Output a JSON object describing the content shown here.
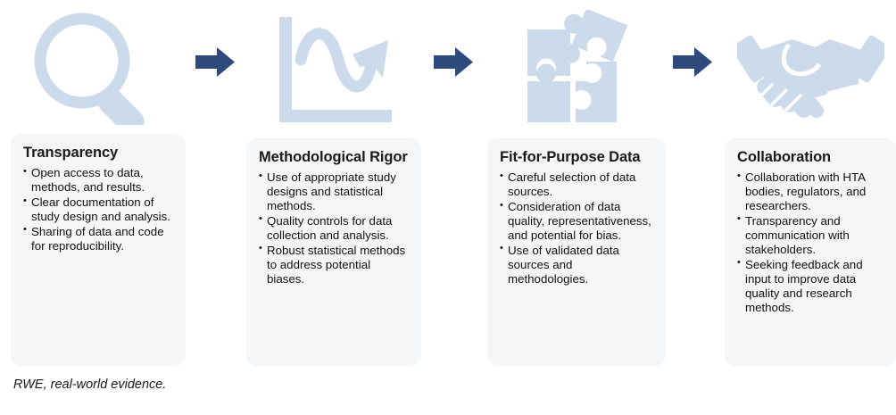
{
  "colors": {
    "icon_fill": "#cbdbec",
    "arrow_fill": "#2e4a7d",
    "card_background": "#f5f6f7",
    "text": "#111111",
    "page_background": "#ffffff"
  },
  "icons": [
    {
      "name": "magnifier-icon",
      "label": "magnifying glass"
    },
    {
      "name": "line-chart-icon",
      "label": "line chart with upward arrow"
    },
    {
      "name": "puzzle-pieces-icon",
      "label": "four puzzle pieces"
    },
    {
      "name": "handshake-icon",
      "label": "handshake"
    }
  ],
  "arrows": [
    {
      "name": "arrow-right-1",
      "label": "right arrow"
    },
    {
      "name": "arrow-right-2",
      "label": "right arrow"
    },
    {
      "name": "arrow-right-3",
      "label": "right arrow"
    }
  ],
  "cards": [
    {
      "title": "Transparency",
      "bullets": [
        "Open access to data, methods, and results.",
        "Clear documentation of study design and analysis.",
        "Sharing of data and code for reproducibility."
      ]
    },
    {
      "title": "Methodological Rigor",
      "bullets": [
        "Use of appropriate study designs and statistical methods.",
        "Quality controls for data collection and analysis.",
        "Robust statistical methods to address potential biases."
      ]
    },
    {
      "title": "Fit-for-Purpose Data",
      "bullets": [
        "Careful selection of data sources.",
        "Consideration of data quality, representativeness, and potential for bias.",
        "Use of validated data sources and methodologies."
      ]
    },
    {
      "title": "Collaboration",
      "bullets": [
        "Collaboration with HTA bodies, regulators, and researchers.",
        "Transparency and communication with stakeholders.",
        "Seeking feedback and input to improve data quality and research methods."
      ]
    }
  ],
  "footnote": "RWE, real-world evidence."
}
